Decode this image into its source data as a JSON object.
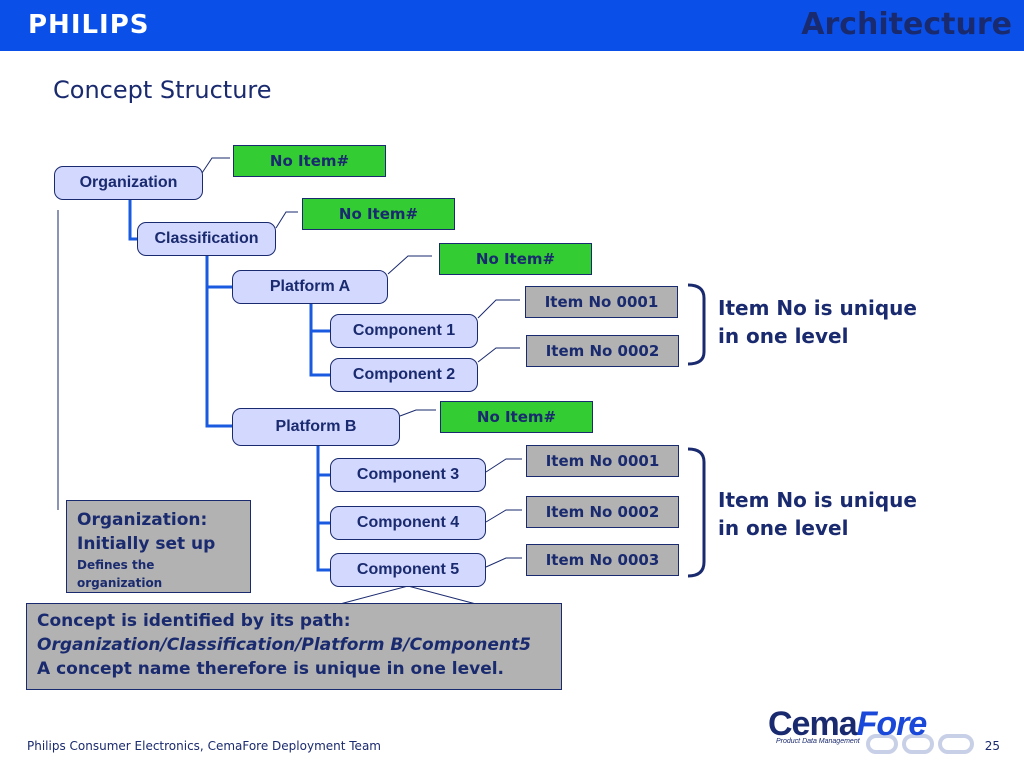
{
  "header": {
    "brand": "PHILIPS",
    "title": "Architecture"
  },
  "subtitle": "Concept Structure",
  "tree": {
    "organization": "Organization",
    "classification": "Classification",
    "platform_a": "Platform A",
    "platform_b": "Platform B",
    "component_1": "Component 1",
    "component_2": "Component 2",
    "component_3": "Component 3",
    "component_4": "Component 4",
    "component_5": "Component 5"
  },
  "tags": {
    "organization": "No Item#",
    "classification": "No Item#",
    "platform_a": "No Item#",
    "platform_b": "No Item#",
    "component_1": "Item No 0001",
    "component_2": "Item No 0002",
    "component_3": "Item No 0001",
    "component_4": "Item No 0002",
    "component_5": "Item No 0003"
  },
  "notes": {
    "group_a": [
      "Item No is unique",
      "in one level"
    ],
    "group_b": [
      "Item No is unique",
      "in one level"
    ]
  },
  "org_box": [
    "Organization:",
    "Initially set up",
    "Defines the organization"
  ],
  "concept_box": [
    "Concept is identified by its path:",
    "Organization/Classification/Platform B/Component5",
    "A concept name therefore is unique in one level."
  ],
  "footer": {
    "left": "Philips Consumer Electronics, CemaFore Deployment Team",
    "page": "25"
  },
  "logo": {
    "cema": "Cema",
    "fore": "Fore",
    "tagline": "Product Data Management"
  },
  "colors": {
    "header_bg": "#0a50e8",
    "text": "#1a2a6e",
    "node_fill": "#d3d8ff",
    "no_item_fill": "#33cc33",
    "item_fill": "#b2b2b2",
    "connector": "#1a5ae0"
  }
}
